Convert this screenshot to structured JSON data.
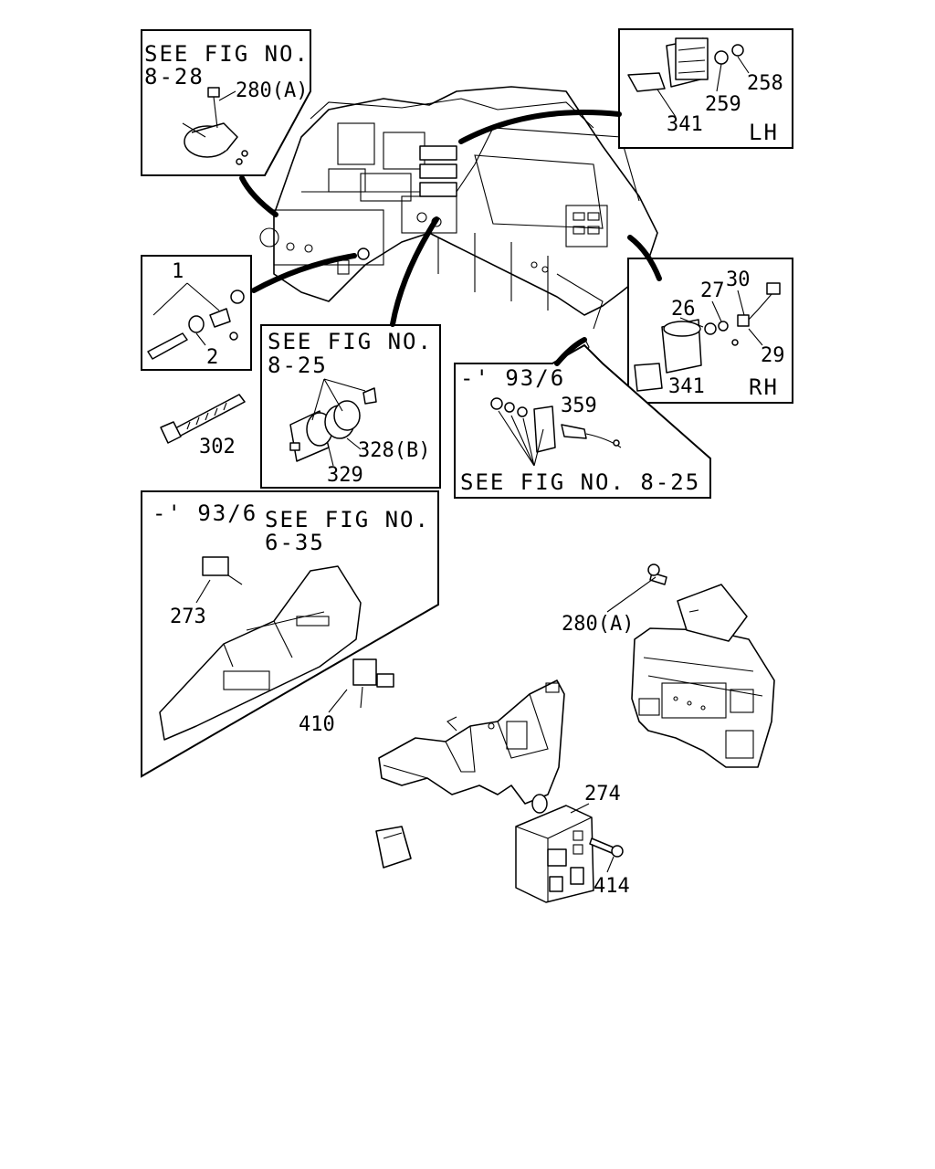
{
  "callouts": {
    "c1": {
      "ref_line1": "SEE FIG NO.",
      "ref_line2": "8-28",
      "part": "280(A)"
    },
    "c2": {
      "side": "LH",
      "parts": [
        "258",
        "259",
        "341"
      ]
    },
    "c3": {
      "parts": [
        "1",
        "2"
      ]
    },
    "c4": {
      "side": "RH",
      "parts": [
        "30",
        "27",
        "26",
        "29",
        "341"
      ]
    },
    "c5": {
      "ref_line1": "SEE FIG NO.",
      "ref_line2": "8-25",
      "parts": [
        "328(B)",
        "329"
      ]
    },
    "c6": {
      "date": "-' 93/6",
      "ref": "SEE FIG NO. 8-25",
      "part": "359"
    },
    "c7": {
      "date": "-' 93/6",
      "ref_line1": "SEE FIG NO.",
      "ref_line2": "6-35",
      "parts": [
        "273",
        "410"
      ]
    }
  },
  "loose_parts": [
    "302",
    "280(A)",
    "274",
    "414"
  ]
}
